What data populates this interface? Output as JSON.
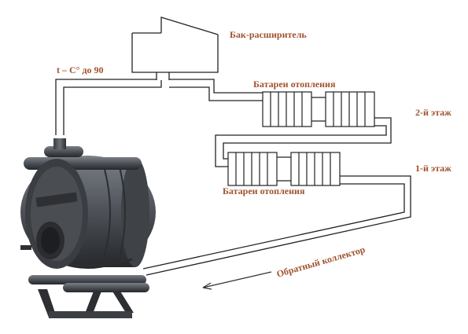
{
  "labels": {
    "expansion_tank": "Бак-расширитель",
    "temperature": "t – C° до 90",
    "radiators_top": "Батареи отопления",
    "floor_2": "2-й этаж",
    "floor_1": "1-й этаж",
    "radiators_bottom": "Батареи отопления",
    "return_collector": "Обратный коллектор"
  },
  "colors": {
    "label": "#a0522d",
    "pipe_outline": "#222222",
    "stove_metal": "#4a4d52"
  },
  "icons": {
    "stove": "stove-icon",
    "flow_arrow": "arrow-left-icon"
  }
}
